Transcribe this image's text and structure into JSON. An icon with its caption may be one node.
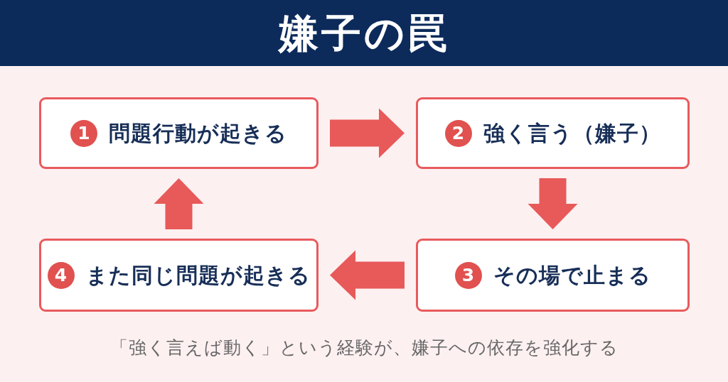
{
  "diagram": {
    "title": "嫌子の罠",
    "nodes": [
      {
        "text": [
          "1",
          "問題行動が起きる"
        ]
      },
      {
        "text": [
          "2",
          "強く言う（嫌子）"
        ]
      },
      {
        "text": [
          "3",
          "その場で止まる"
        ]
      },
      {
        "text": [
          "4",
          "また同じ問題が起きる"
        ]
      }
    ],
    "edges": [
      {
        "from": 0,
        "to": 1,
        "arrow": "to"
      },
      {
        "from": 1,
        "to": 2,
        "arrow": "to"
      },
      {
        "from": 2,
        "to": 3,
        "arrow": "to"
      },
      {
        "from": 3,
        "to": 0,
        "arrow": "to"
      }
    ],
    "caption": "「強く言えば動く」という経験が、嫌子への依存を強化する"
  }
}
